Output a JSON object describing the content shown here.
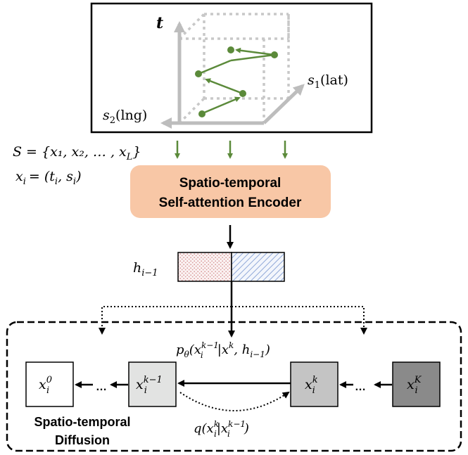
{
  "top_panel": {
    "axis_t": "t",
    "axis_s2": "s",
    "axis_s2_sub": "2",
    "axis_s2_suffix": "(lng)",
    "axis_s1": "s",
    "axis_s1_sub": "1",
    "axis_s1_suffix": "(lat)"
  },
  "sequence_def": {
    "line1": "S = {x₁, x₂, … , x",
    "line1_sub": "L",
    "line1_end": "}",
    "line2": "x",
    "line2_sub": "i",
    "line2_end": "= (t",
    "line2_t_sub": "i",
    "line2_mid": ", s",
    "line2_s_sub": "i",
    "line2_close": ")"
  },
  "encoder": {
    "line1": "Spatio-temporal",
    "line2": "Self-attention Encoder",
    "fill": "#f8c7a6"
  },
  "hidden_state": {
    "label": "h",
    "label_sub": "i−1"
  },
  "diffusion": {
    "title_line1": "Spatio-temporal",
    "title_line2": "Diffusion",
    "reverse_label": "p",
    "reverse_label_theta": "θ",
    "reverse_rest": "(x",
    "reverse_sup1": "k−1",
    "reverse_sub1": "i",
    "reverse_mid": "|x",
    "reverse_sup2": "k",
    "reverse_tail": ", h",
    "reverse_sub2": "i−1",
    "reverse_close": ")",
    "forward_label": "q(x",
    "forward_sup1": "k",
    "forward_sub1": "i",
    "forward_mid": "|x",
    "forward_sup2": "k−1",
    "forward_sub2": "i",
    "forward_close": ")",
    "ellipsis": "…",
    "boxes": [
      {
        "base": "x",
        "sub": "i",
        "sup": "0",
        "fill": "#ffffff"
      },
      {
        "base": "x",
        "sub": "i",
        "sup": "k−1",
        "fill": "#e2e3e2"
      },
      {
        "base": "x",
        "sub": "i",
        "sup": "k",
        "fill": "#c4c4c4"
      },
      {
        "base": "x",
        "sub": "i",
        "sup": "K",
        "fill": "#8a8a8a"
      }
    ]
  }
}
